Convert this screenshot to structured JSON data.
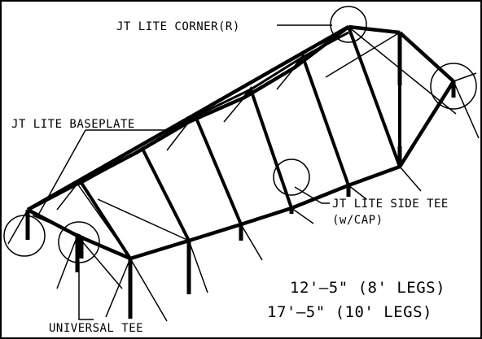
{
  "labels": {
    "corner": "JT LITE CORNER(R)",
    "baseplate": "JT LITE BASEPLATE",
    "side_tee_line1": "JT LITE SIDE TEE",
    "side_tee_line2": "(w/CAP)",
    "universal_tee": "UNIVERSAL TEE"
  },
  "specs": [
    "12'–5\"  (8' LEGS)",
    "17'–5\"  (10' LEGS)"
  ],
  "colors": {
    "line": "#000000",
    "background": "#ffffff"
  }
}
